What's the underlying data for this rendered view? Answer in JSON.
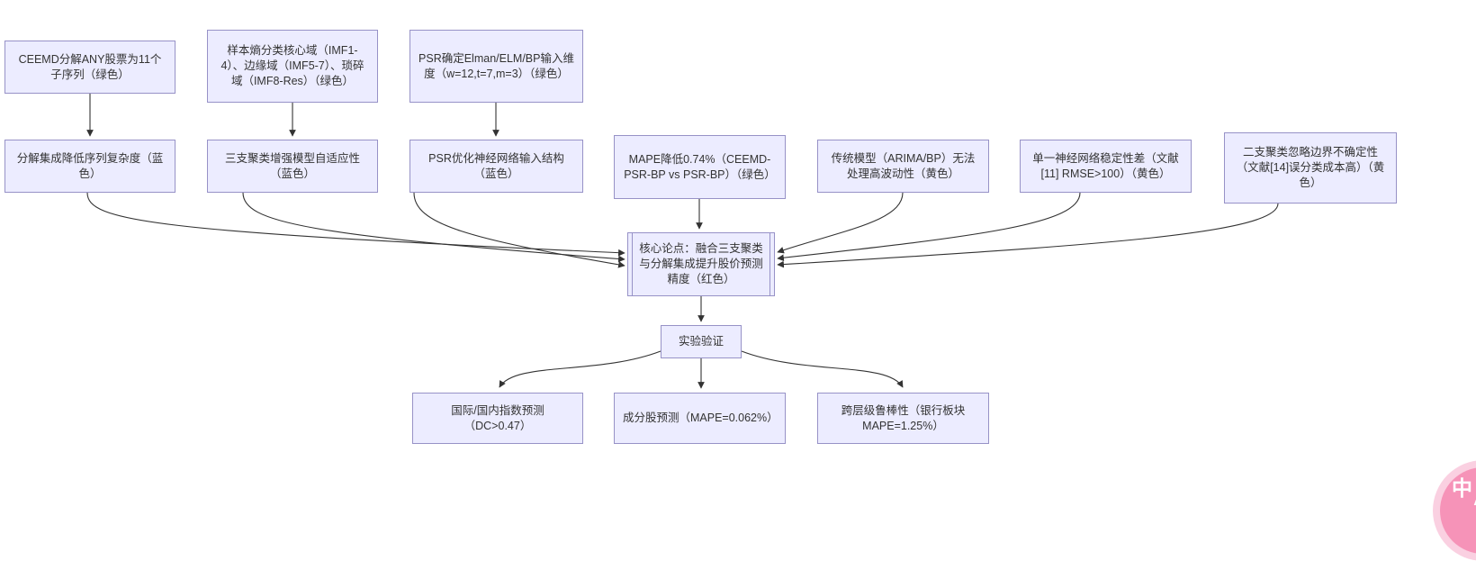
{
  "colors": {
    "node_fill": "#ECECFF",
    "node_border": "#9792C7",
    "arrow": "#333333",
    "text": "#333333",
    "badge_outer": "#FAD0E1",
    "badge_inner": "#F693B8"
  },
  "nodes": {
    "ceemd": {
      "label": "CEEMD分解ANY股票为11个子序列（绿色）"
    },
    "sample_entropy": {
      "label": "样本熵分类核心域（IMF1-4）、边缘域（IMF5-7）、琐碎域（IMF8-Res）（绿色）"
    },
    "psr_dimension": {
      "label": "PSR确定Elman/ELM/BP输入维度（w=12,t=7,m=3）（绿色）"
    },
    "decomposition_benefit": {
      "label": "分解集成降低序列复杂度（蓝色）"
    },
    "three_way_clustering": {
      "label": "三支聚类增强模型自适应性（蓝色）"
    },
    "psr_optimization": {
      "label": "PSR优化神经网络输入结构（蓝色）"
    },
    "mape_improvement": {
      "label": "MAPE降低0.74%（CEEMD-PSR-BP vs PSR-BP）（绿色）"
    },
    "traditional_limitation": {
      "label": "传统模型（ARIMA/BP）无法处理高波动性（黄色）"
    },
    "single_nn_limitation": {
      "label": "单一神经网络稳定性差（文献[11] RMSE>100）（黄色）"
    },
    "two_way_limitation": {
      "label": "二支聚类忽略边界不确定性（文献[14]误分类成本高）（黄色）"
    },
    "core_thesis": {
      "label": "核心论点：融合三支聚类与分解集成提升股价预测精度（红色）"
    },
    "experiment_validation": {
      "label": "实验验证"
    },
    "index_prediction": {
      "label": "国际/国内指数预测（DC>0.47）"
    },
    "constituent_prediction": {
      "label": "成分股预测（MAPE=0.062%）"
    },
    "robustness": {
      "label": "跨层级鲁棒性（银行板块MAPE=1.25%）"
    }
  },
  "translate_badge": {
    "primary": "中",
    "secondary": "A"
  }
}
